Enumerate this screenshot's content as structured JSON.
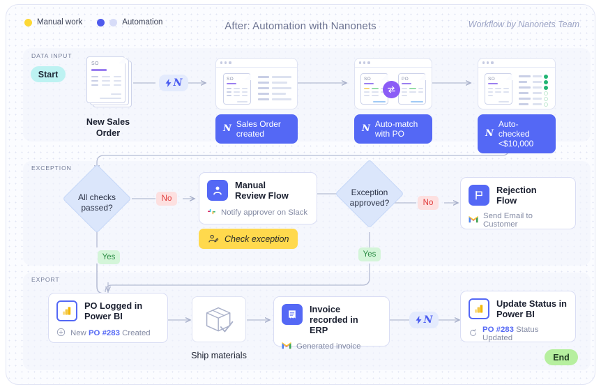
{
  "header": {
    "title": "After: Automation with Nanonets",
    "credit": "Workflow by Nanonets Team",
    "legend": [
      {
        "label": "Manual work",
        "color": "#fdd835",
        "kind": "single"
      },
      {
        "label": "Automation",
        "color": "#4f5bed",
        "color2": "#d7dcf8",
        "kind": "double"
      }
    ]
  },
  "sections": {
    "data_input": {
      "label": "DATA INPUT"
    },
    "exception": {
      "label": "EXCEPTION"
    },
    "export": {
      "label": "EXPORT"
    }
  },
  "badges": {
    "start": "Start",
    "end": "End"
  },
  "data_input": {
    "source_caption": "New Sales\nOrder",
    "source_doc_label": "SO",
    "steps": [
      {
        "label": "Sales Order\ncreated",
        "doc_labels": [
          "SO"
        ]
      },
      {
        "label": "Auto-match\nwith PO",
        "doc_labels": [
          "SO",
          "PO"
        ]
      },
      {
        "label": "Auto-checked\n<$10,000",
        "doc_labels": [
          "SO"
        ]
      }
    ]
  },
  "exception": {
    "decision_1": "All checks\npassed?",
    "decision_1_no": "No",
    "decision_1_yes": "Yes",
    "manual_review": {
      "title": "Manual\nReview Flow",
      "sub": "Notify approver on Slack",
      "icon": "person-icon",
      "sub_icon": "slack-icon"
    },
    "check_exception_chip": "Check exception",
    "decision_2": "Exception\napproved?",
    "decision_2_no": "No",
    "decision_2_yes": "Yes",
    "rejection": {
      "title": "Rejection\nFlow",
      "sub": "Send Email to Customer",
      "icon": "flag-icon",
      "sub_icon": "gmail-icon"
    }
  },
  "export": {
    "po_logged": {
      "title": "PO Logged in\nPower BI",
      "sub_prefix": "New ",
      "sub_accent": "PO #283",
      "sub_suffix": " Created",
      "icon": "power-bi-icon",
      "sub_icon": "plus-circle-icon"
    },
    "ship": {
      "caption": "Ship materials",
      "icon": "package-check-icon"
    },
    "invoice": {
      "title": "Invoice recorded in\nERP",
      "sub": "Generated invoice",
      "icon": "receipt-icon",
      "sub_icon": "gmail-icon"
    },
    "update_status": {
      "title": "Update Status in\nPower BI",
      "sub_accent": "PO #283",
      "sub_suffix": " Status Updated",
      "icon": "power-bi-icon",
      "sub_icon": "refresh-icon"
    }
  },
  "colors": {
    "accent_blue": "#5468f5",
    "manual_yellow": "#ffd94d",
    "yes_green": "#2b8b44",
    "no_red": "#e03b3b",
    "start_cyan": "#bdf2f2",
    "end_green": "#b6ef9f"
  }
}
